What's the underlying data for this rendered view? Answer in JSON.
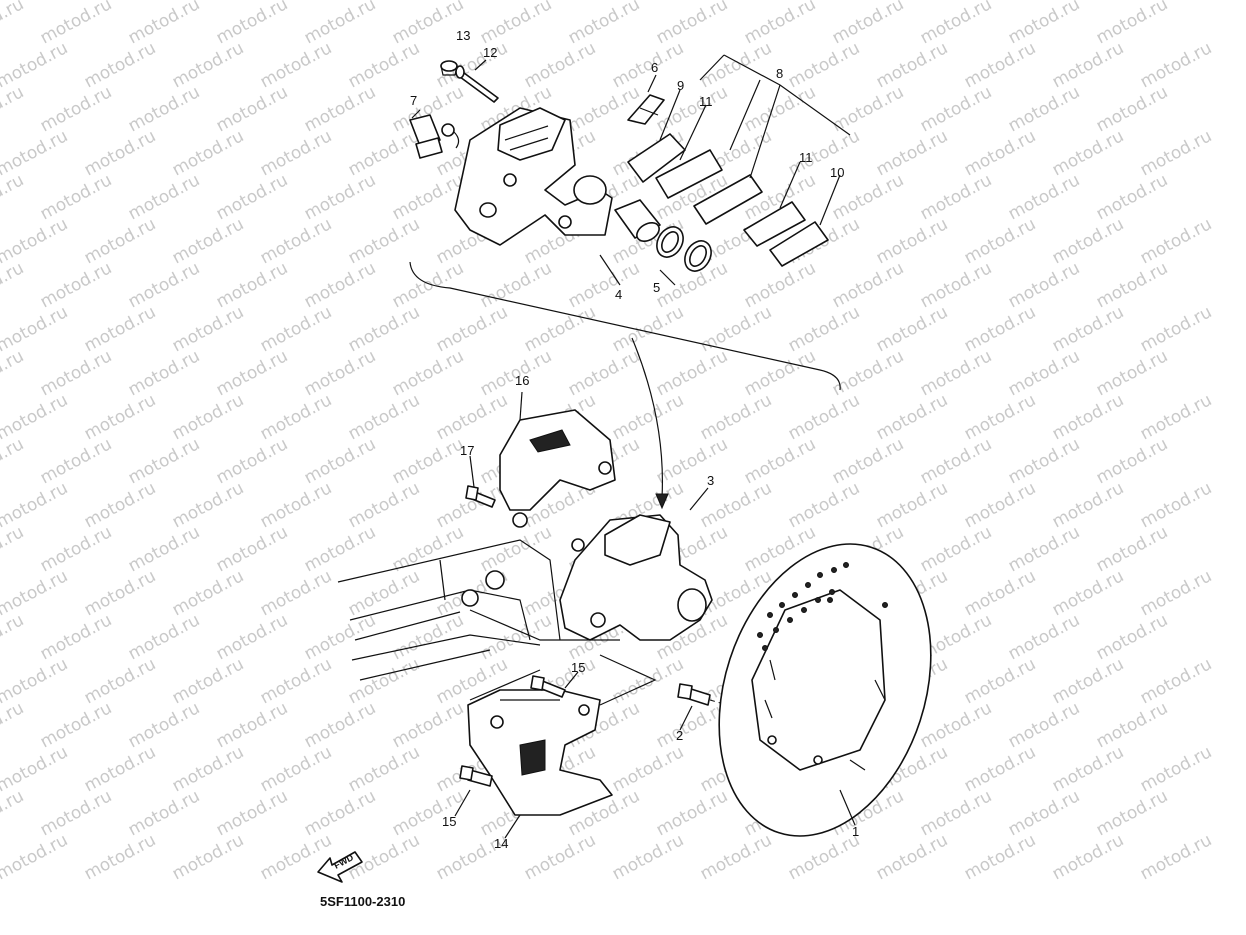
{
  "watermark": {
    "text": "motod.ru"
  },
  "diagram_code": "5SF1100-2310",
  "forward_label": "FWD",
  "callouts": {
    "c1": "1",
    "c2": "2",
    "c3": "3",
    "c4": "4",
    "c5": "5",
    "c6": "6",
    "c7": "7",
    "c8": "8",
    "c9": "9",
    "c10": "10",
    "c11a": "11",
    "c11b": "11",
    "c12": "12",
    "c13": "13",
    "c14": "14",
    "c15a": "15",
    "c15b": "15",
    "c16": "16",
    "c17": "17"
  },
  "colors": {
    "line": "#111111",
    "watermark": "#c9c9c9",
    "background": "#ffffff"
  }
}
